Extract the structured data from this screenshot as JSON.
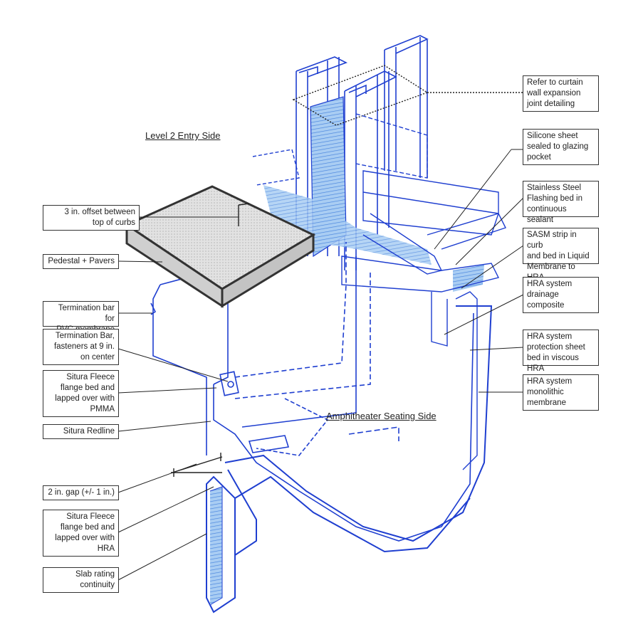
{
  "titles": {
    "entry_side": "Level 2 Entry Side",
    "seating_side": "Amphitheater Seating Side"
  },
  "left_callouts": [
    {
      "id": "offset",
      "text": "3 in. offset between\ntop of curbs"
    },
    {
      "id": "pedestal",
      "text": "Pedestal + Pavers"
    },
    {
      "id": "term-bar-pvc",
      "text": "Termination bar for\nPVC membrane"
    },
    {
      "id": "term-bar-fasteners",
      "text": "Termination Bar,\nfasteners at 9 in.\non center"
    },
    {
      "id": "situra-fleece-pmma",
      "text": "Situra Fleece\nflange bed and\nlapped over with\nPMMA"
    },
    {
      "id": "situra-redline",
      "text": "Situra Redline"
    },
    {
      "id": "gap",
      "text": "2 in. gap (+/- 1 in.)"
    },
    {
      "id": "situra-fleece-hra",
      "text": "Situra Fleece\nflange bed and\nlapped over with\nHRA"
    },
    {
      "id": "slab-rating",
      "text": "Slab rating\ncontinuity"
    }
  ],
  "right_callouts": [
    {
      "id": "curtain-wall",
      "text": "Refer to curtain\nwall expansion\njoint detailing"
    },
    {
      "id": "silicone-sheet",
      "text": "Silicone sheet\nsealed to glazing\npocket"
    },
    {
      "id": "stainless-flashing",
      "text": "Stainless Steel\nFlashing bed in\ncontinuous sealant"
    },
    {
      "id": "sasm-strip",
      "text": "SASM strip in curb\nand bed in Liquid\nMembrane to HRA"
    },
    {
      "id": "hra-drainage",
      "text": "HRA system\ndrainage\ncomposite"
    },
    {
      "id": "hra-protection",
      "text": "HRA system\nprotection sheet\nbed in viscous HRA"
    },
    {
      "id": "hra-monolithic",
      "text": "HRA system\nmonolithic\nmembrane"
    }
  ],
  "colors": {
    "ink_blue": "#1f3fd0",
    "light_blue": "#6aa6e8",
    "dark_line": "#333333",
    "paver_fill": "#d9d9d9"
  }
}
